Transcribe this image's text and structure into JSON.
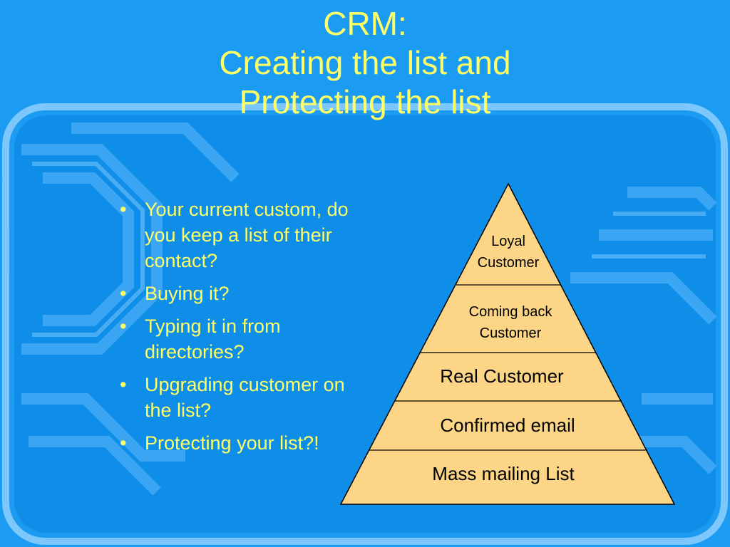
{
  "title_lines": [
    "CRM:",
    "Creating the list and",
    "Protecting the list"
  ],
  "bullets": [
    "Your current custom, do you keep a list of their contact?",
    "Buying it?",
    "Typing it in from directories?",
    "Upgrading customer on the list?",
    "Protecting your list?!"
  ],
  "bullet_marker": "•",
  "pyramid": {
    "levels": [
      {
        "lines": [
          "Loyal",
          "Customer"
        ]
      },
      {
        "lines": [
          "Coming back",
          "Customer"
        ]
      },
      {
        "lines": [
          "Real Customer"
        ]
      },
      {
        "lines": [
          "Confirmed email"
        ]
      },
      {
        "lines": [
          "Mass mailing List"
        ]
      }
    ]
  },
  "colors": {
    "background": "#1c9bf2",
    "title_text": "#ffff66",
    "body_text": "#ffff66",
    "pyramid_fill": "#fcd587",
    "pyramid_stroke": "#000000"
  }
}
